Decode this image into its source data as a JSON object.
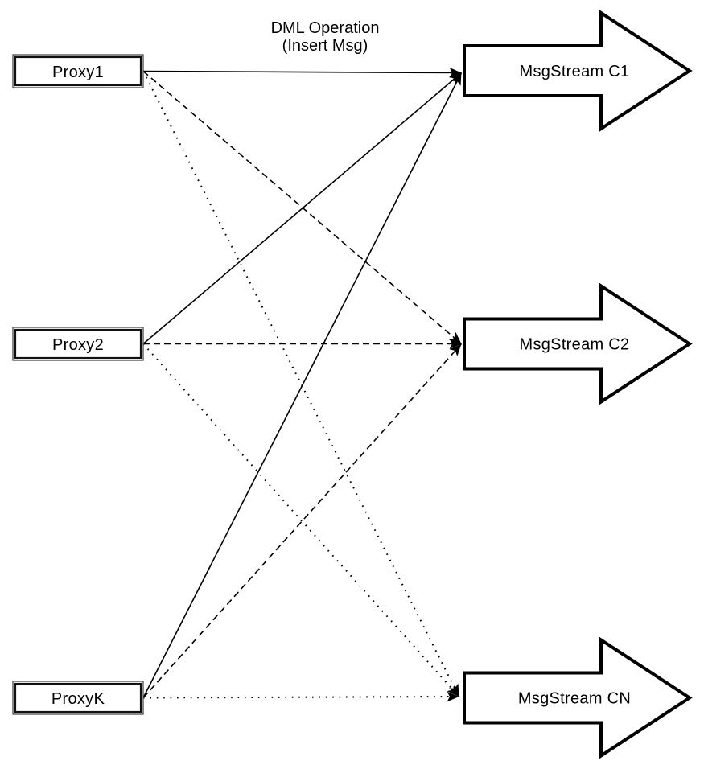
{
  "diagram": {
    "title": {
      "line1": "DML Operation",
      "line2": "(Insert Msg)"
    },
    "proxies": [
      {
        "id": "proxy1",
        "label": "Proxy1"
      },
      {
        "id": "proxy2",
        "label": "Proxy2"
      },
      {
        "id": "proxyk",
        "label": "ProxyK"
      }
    ],
    "streams": [
      {
        "id": "c1",
        "label": "MsgStream C1"
      },
      {
        "id": "c2",
        "label": "MsgStream C2"
      },
      {
        "id": "cn",
        "label": "MsgStream CN"
      }
    ],
    "edges": [
      {
        "from": "proxy1",
        "to": "c1",
        "style": "solid"
      },
      {
        "from": "proxy2",
        "to": "c1",
        "style": "solid"
      },
      {
        "from": "proxyk",
        "to": "c1",
        "style": "solid"
      },
      {
        "from": "proxy1",
        "to": "c2",
        "style": "dashed"
      },
      {
        "from": "proxy2",
        "to": "c2",
        "style": "dashed"
      },
      {
        "from": "proxyk",
        "to": "c2",
        "style": "dashed"
      },
      {
        "from": "proxy1",
        "to": "cn",
        "style": "dotted"
      },
      {
        "from": "proxy2",
        "to": "cn",
        "style": "dotted"
      },
      {
        "from": "proxyk",
        "to": "cn",
        "style": "dotted"
      }
    ],
    "colors": {
      "stroke": "#000000",
      "fill": "#ffffff",
      "text": "#000000"
    }
  }
}
